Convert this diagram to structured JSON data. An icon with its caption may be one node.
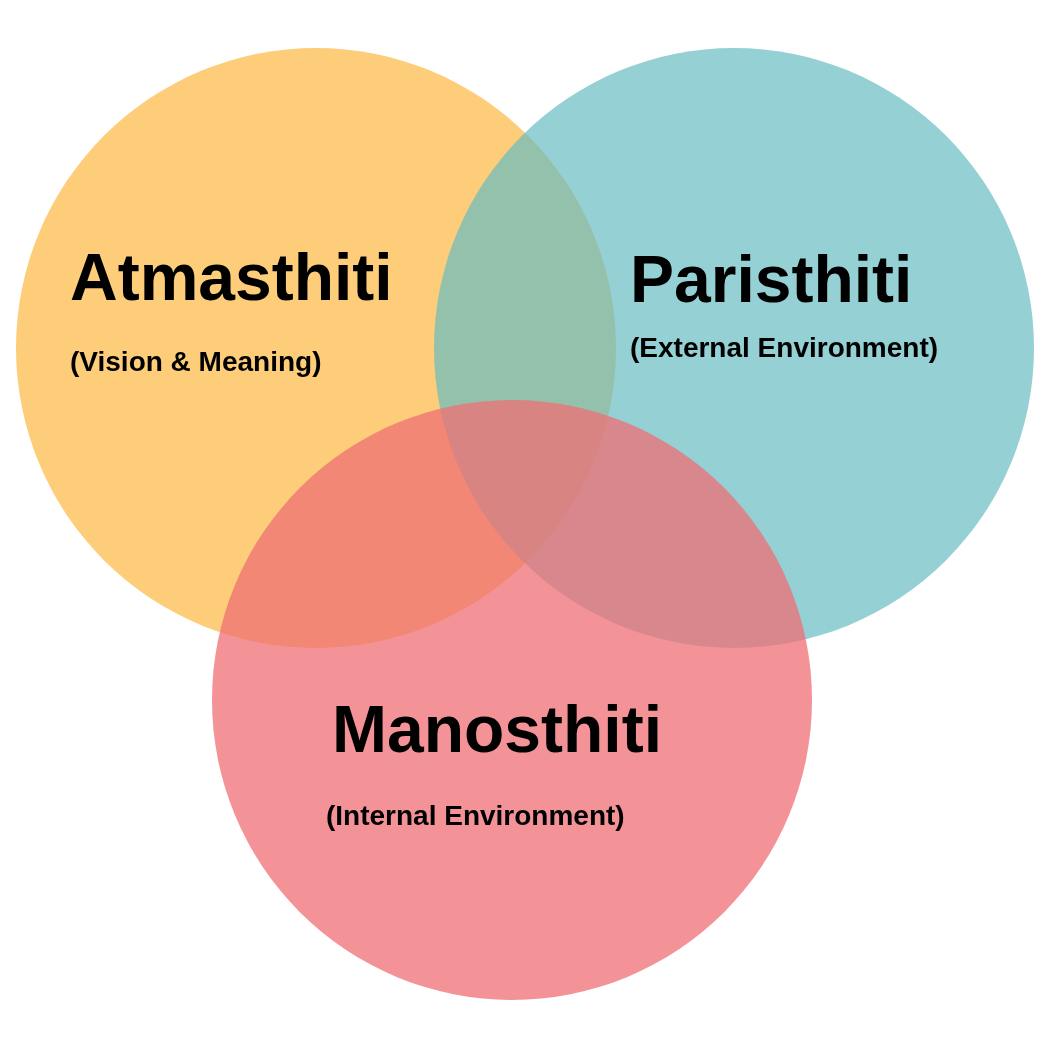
{
  "diagram": {
    "nodes": [
      {
        "text": [
          "Atmasthiti",
          "(Vision & Meaning)"
        ]
      },
      {
        "text": [
          "Paristhiti",
          "(External Environment)"
        ]
      },
      {
        "text": [
          "Manosthiti",
          "(Internal Environment)"
        ]
      }
    ]
  }
}
